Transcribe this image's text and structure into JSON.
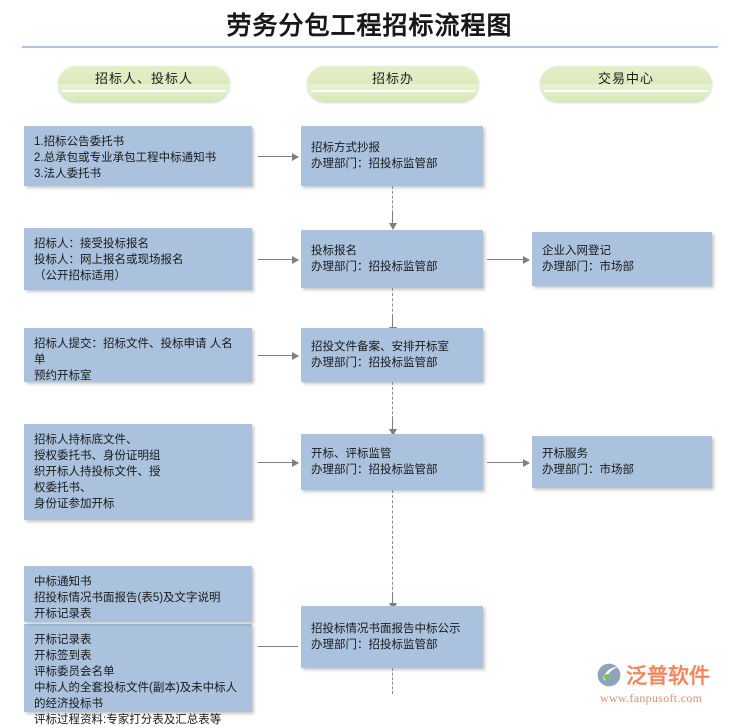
{
  "page": {
    "title": "劳务分包工程招标流程图",
    "colors": {
      "box_fill": "#aac2dd",
      "pill_fill": "#dcebbe",
      "connector": "#7f7f7f",
      "rule": "#aec4e0",
      "watermark": "#f08a5d"
    }
  },
  "columns": [
    {
      "id": "col-bidder",
      "label": "招标人、投标人"
    },
    {
      "id": "col-office",
      "label": "招标办"
    },
    {
      "id": "col-center",
      "label": "交易中心"
    }
  ],
  "boxes": {
    "b1": "1.招标公告委托书\n2.总承包或专业承包工程中标通知书\n3.法人委托书",
    "b2": "招标方式抄报\n办理部门：招投标监管部",
    "b3": "招标人：接受投标报名\n投标人：网上报名或现场报名\n（公开招标适用）",
    "b4": "投标报名\n办理部门：招投标监管部",
    "b5": "企业入网登记\n办理部门：市场部",
    "b6": "招标人提交：招标文件、投标申请 人名单\n预约开标室",
    "b7": "招投文件备案、安排开标室\n办理部门：招投标监管部",
    "b8": "招标人持标底文件、\n授权委托书、身份证明组\n织开标人持投标文件、授\n权委托书、\n身份证参加开标",
    "b9": "开标、评标监管\n办理部门：招投标监管部",
    "b10": "开标服务\n办理部门：市场部",
    "b11": "中标通知书\n招投标情况书面报告(表5)及文字说明\n开标记录表",
    "b12": "开标记录表\n开标签到表\n评标委员会名单\n中标人的全套投标文件(副本)及未中标人\n的经济投标书\n评标过程资料:专家打分表及汇总表等",
    "b13": "招投标情况书面报告中标公示\n办理部门：招投标监管部"
  },
  "watermark": {
    "brand": "泛普软件",
    "url": "www.fanpusoft.com"
  }
}
